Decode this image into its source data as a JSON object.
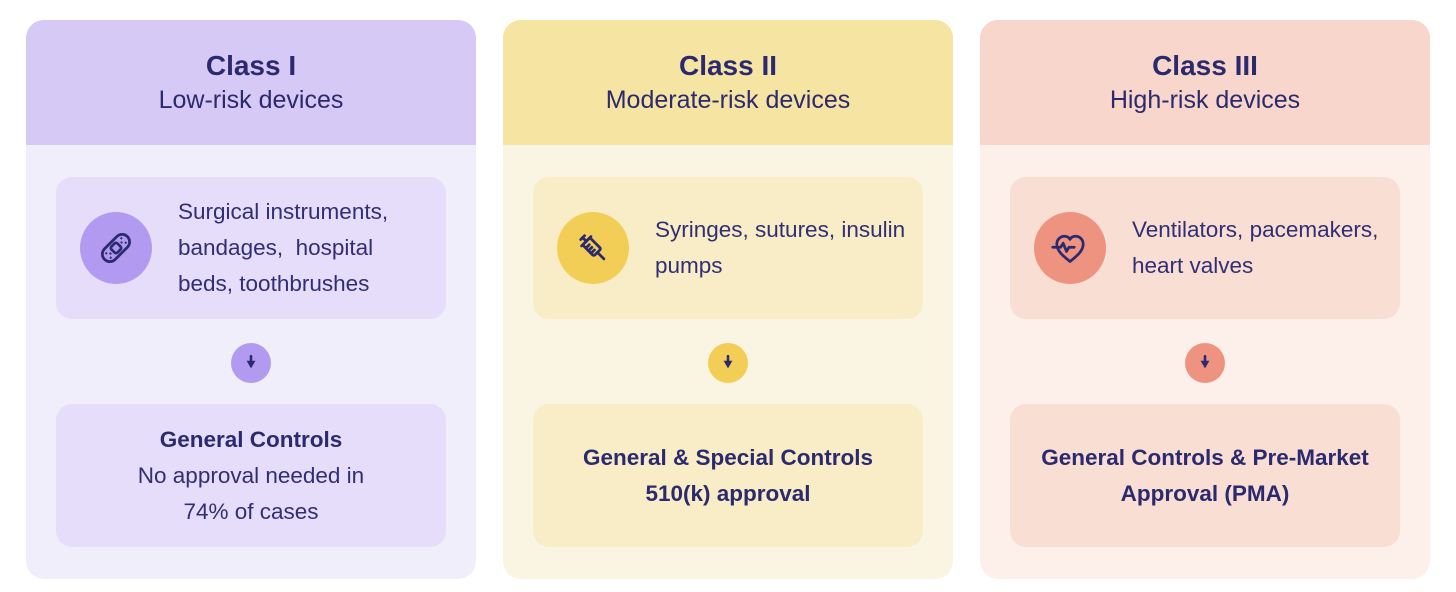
{
  "page": {
    "background": "#ffffff",
    "text_color": "#2b2a6e"
  },
  "cards": [
    {
      "title": "Class I",
      "risk": "Low-risk devices",
      "icon": "bandage-icon",
      "examples_lines": [
        "Surgical instruments,",
        "bandages,  hospital",
        "beds, toothbrushes"
      ],
      "controls_lines": [
        "General Controls"
      ],
      "detail_lines": [
        "No approval needed in",
        "74% of cases"
      ],
      "palette": {
        "header": "#d6c9f6",
        "body": "#f1eefb",
        "tile": "#e5ddf9",
        "accent": "#b29af0"
      }
    },
    {
      "title": "Class II",
      "risk": "Moderate-risk devices",
      "icon": "syringe-icon",
      "examples_lines": [
        "Syringes, sutures, insulin",
        "pumps"
      ],
      "controls_lines": [
        "General & Special Controls",
        "510(k) approval"
      ],
      "detail_lines": [],
      "palette": {
        "header": "#f6e4a3",
        "body": "#faf5e2",
        "tile": "#f8edc7",
        "accent": "#f2ce57"
      }
    },
    {
      "title": "Class III",
      "risk": "High-risk devices",
      "icon": "heart-pulse-icon",
      "examples_lines": [
        "Ventilators, pacemakers,",
        "heart valves"
      ],
      "controls_lines": [
        "General Controls & Pre-Market",
        "Approval (PMA)"
      ],
      "detail_lines": [],
      "palette": {
        "header": "#f8d6cb",
        "body": "#fdf0eb",
        "tile": "#f9ded4",
        "accent": "#ee9380"
      }
    }
  ]
}
